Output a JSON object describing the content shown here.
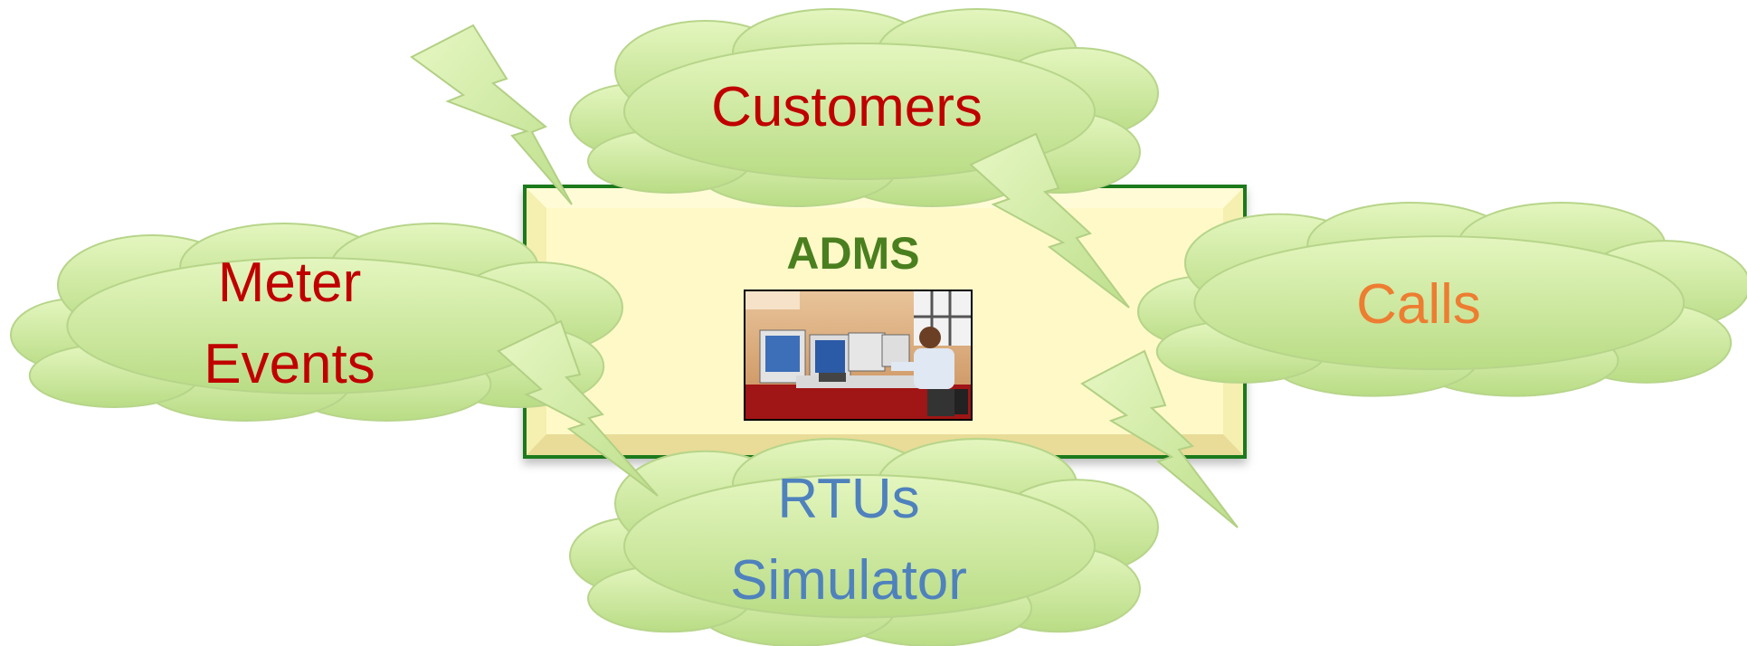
{
  "center": {
    "title": "ADMS",
    "title_color": "#4a7f1f",
    "box_fill": "#fdf8c0",
    "box_border": "#1a7a1a",
    "photo": "control-room-operator-photo"
  },
  "clouds": {
    "customers": {
      "lines": [
        "Customers"
      ],
      "color": "#c00000"
    },
    "meter_events": {
      "lines": [
        "Meter",
        "Events"
      ],
      "color": "#c00000"
    },
    "calls": {
      "lines": [
        "Calls"
      ],
      "color": "#ed7d31"
    },
    "rtus": {
      "lines": [
        "RTUs",
        "Simulator"
      ],
      "color": "#4f81bd"
    }
  },
  "cloud_style": {
    "fill": "#cfe8a0",
    "stroke": "#b7d58a"
  },
  "bolt_style": {
    "fill": "#cfe8a0",
    "stroke": "#b2d084",
    "icon": "lightning-bolt-icon"
  }
}
